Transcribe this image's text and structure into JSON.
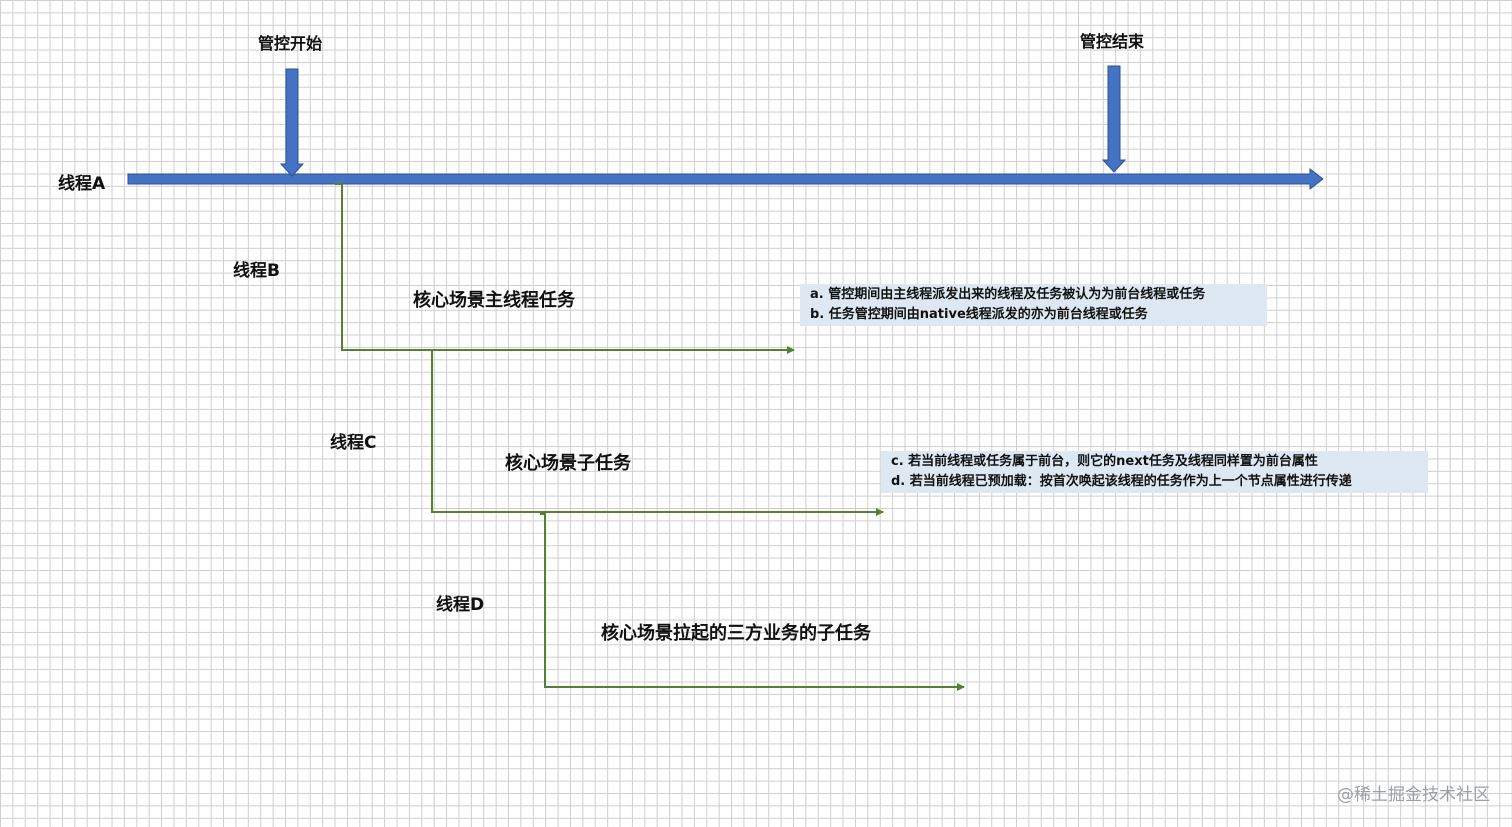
{
  "labels": {
    "control_start": "管控开始",
    "control_end": "管控结束",
    "thread_a": "线程A",
    "thread_b": "线程B",
    "thread_c": "线程C",
    "thread_d": "线程D",
    "task_b": "核心场景主线程任务",
    "task_c": "核心场景子任务",
    "task_d": "核心场景拉起的三方业务的子任务"
  },
  "notes": {
    "note1": [
      "a. 管控期间由主线程派发出来的线程及任务被认为为前台线程或任务",
      "b. 任务管控期间由native线程派发的亦为前台线程或任务"
    ],
    "note2": [
      "c. 若当前线程或任务属于前台，则它的next任务及线程同样置为前台属性",
      "d. 若当前线程已预加载：按首次唤起该线程的任务作为上一个节点属性进行传递"
    ]
  },
  "watermark": "@稀土掘金技术社区",
  "colors": {
    "main_arrow": "#4472c4",
    "main_arrow_stroke": "#2f528f",
    "branch_line": "#548235",
    "note_bg": "#dde8f3"
  }
}
